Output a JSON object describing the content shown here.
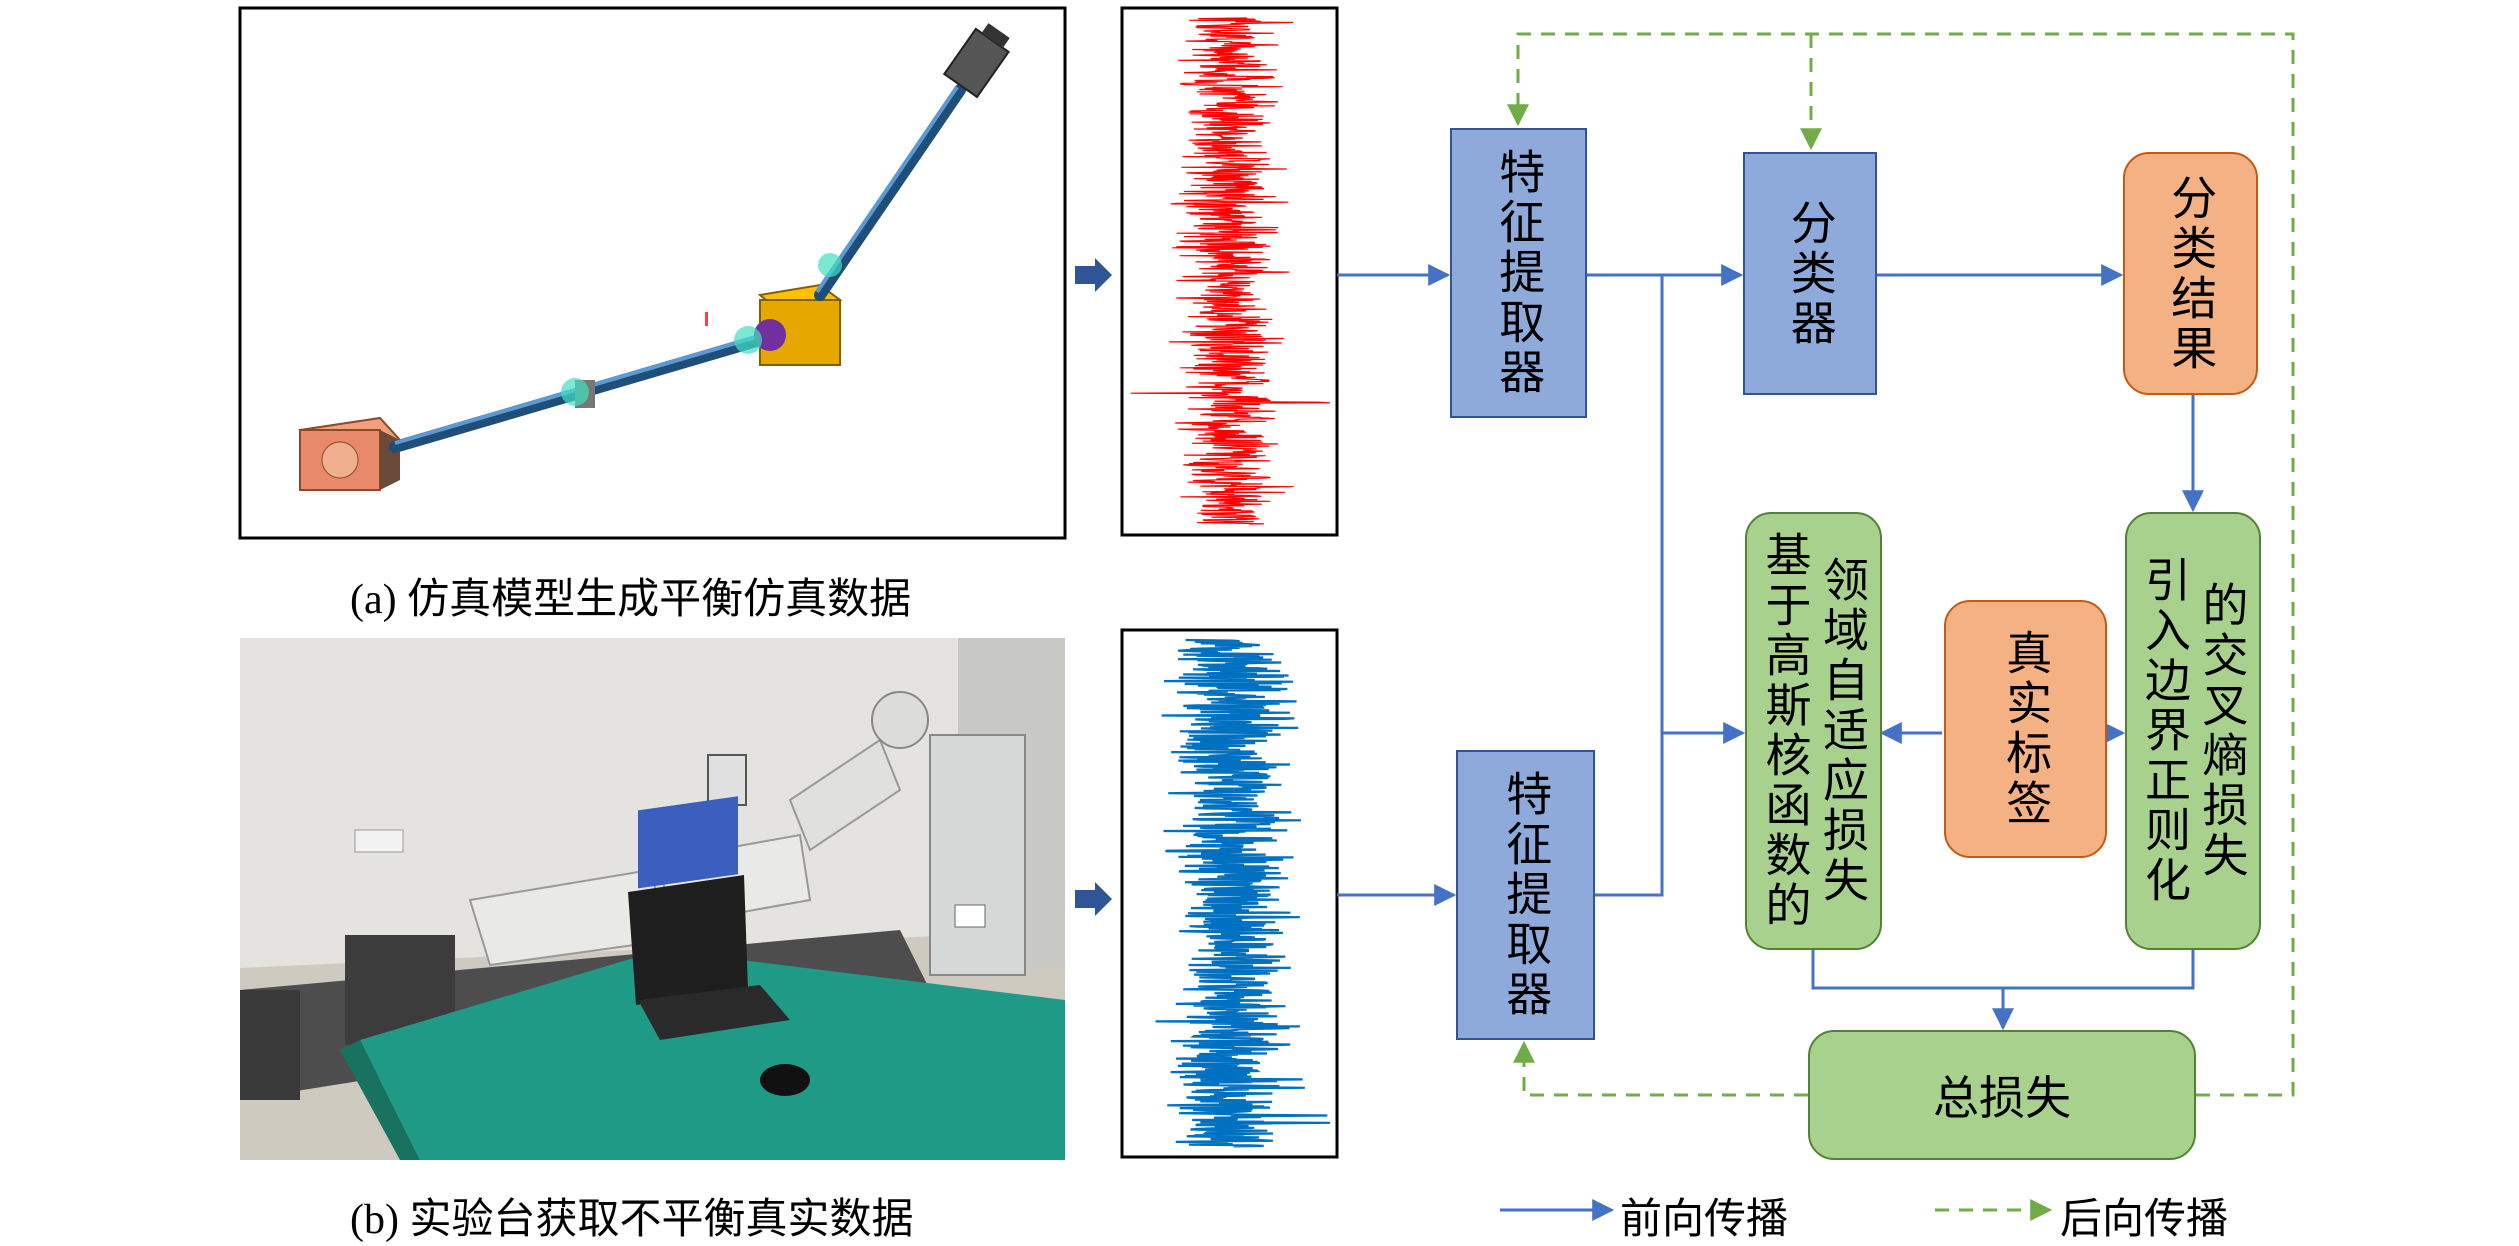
{
  "captions": {
    "sim": "(a) 仿真模型生成平衡仿真数据",
    "real": "(b) 实验台获取不平衡真实数据"
  },
  "boxes": {
    "feat_extractor_top": "特征提取器",
    "classifier": "分类器",
    "class_result": "分类结果",
    "feat_extractor_bottom": "特征提取器",
    "domain_adapt_col1": "基于高斯核函数的",
    "domain_adapt_col2": "领域自适应损失",
    "true_label": "真实标签",
    "ce_loss_col1": "引入边界正则化",
    "ce_loss_col2": "的交叉熵损失",
    "total_loss": "总损失"
  },
  "legend": {
    "forward": "前向传播",
    "backward": "后向传播"
  },
  "colors": {
    "forward_arrow": "#4472c4",
    "backward_arrow": "#70ad47",
    "sim_signal": "#ff0000",
    "real_signal": "#0070c0"
  }
}
